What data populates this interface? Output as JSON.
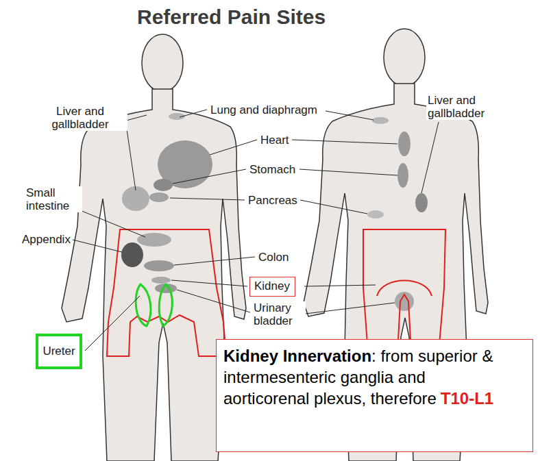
{
  "diagram": {
    "title": "Referred Pain Sites",
    "nodes": [
      {
        "text": [
          "Kidney"
        ]
      },
      {
        "text": [
          "Ureter"
        ]
      },
      {
        "text": [
          "Kidney Innervation",
          ": from superior & intermesenteric ganglia and aorticorenal plexus, therefore",
          "T10-L1"
        ]
      }
    ],
    "labels": [
      "Liver and gallbladder",
      "Lung and diaphragm",
      "Heart",
      "Stomach",
      "Small intestine",
      "Pancreas",
      "Appendix",
      "Colon",
      "Urinary bladder",
      "Liver and gallbladder"
    ]
  }
}
